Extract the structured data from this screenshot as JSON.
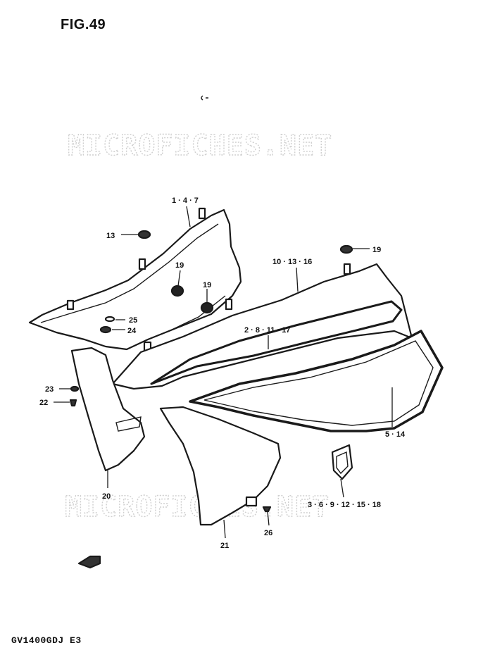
{
  "figure": {
    "title": "FIG.49",
    "model": "GV1400GDJ  E3"
  },
  "watermark": {
    "text": "MICROFICHES.NET"
  },
  "callouts": {
    "c_1_4_7": "1 · 4 · 7",
    "c_13": "13",
    "c_19a": "19",
    "c_19b": "19",
    "c_19c": "19",
    "c_10_13_16": "10 · 13 · 16",
    "c_25": "25",
    "c_24": "24",
    "c_2_8_11_17": "2 · 8 · 11 · 17",
    "c_23": "23",
    "c_22": "22",
    "c_5_14": "5 · 14",
    "c_20": "20",
    "c_3_6_9": "3 · 6 · 9 · 12 · 15 · 18",
    "c_26": "26",
    "c_21": "21"
  }
}
